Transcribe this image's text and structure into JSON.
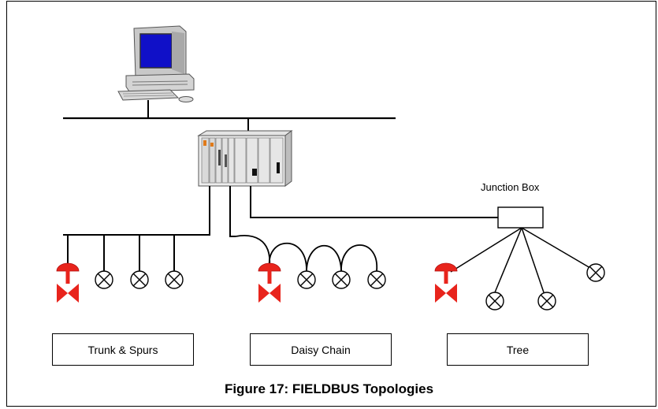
{
  "diagram": {
    "junction_box_label": "Junction Box",
    "topologies": [
      {
        "label": "Trunk & Spurs"
      },
      {
        "label": "Daisy Chain"
      },
      {
        "label": "Tree"
      }
    ],
    "caption": "Figure 17: FIELDBUS Topologies"
  },
  "colors": {
    "valve": "#e8241c",
    "line": "#000000",
    "screen": "#1010c8"
  }
}
